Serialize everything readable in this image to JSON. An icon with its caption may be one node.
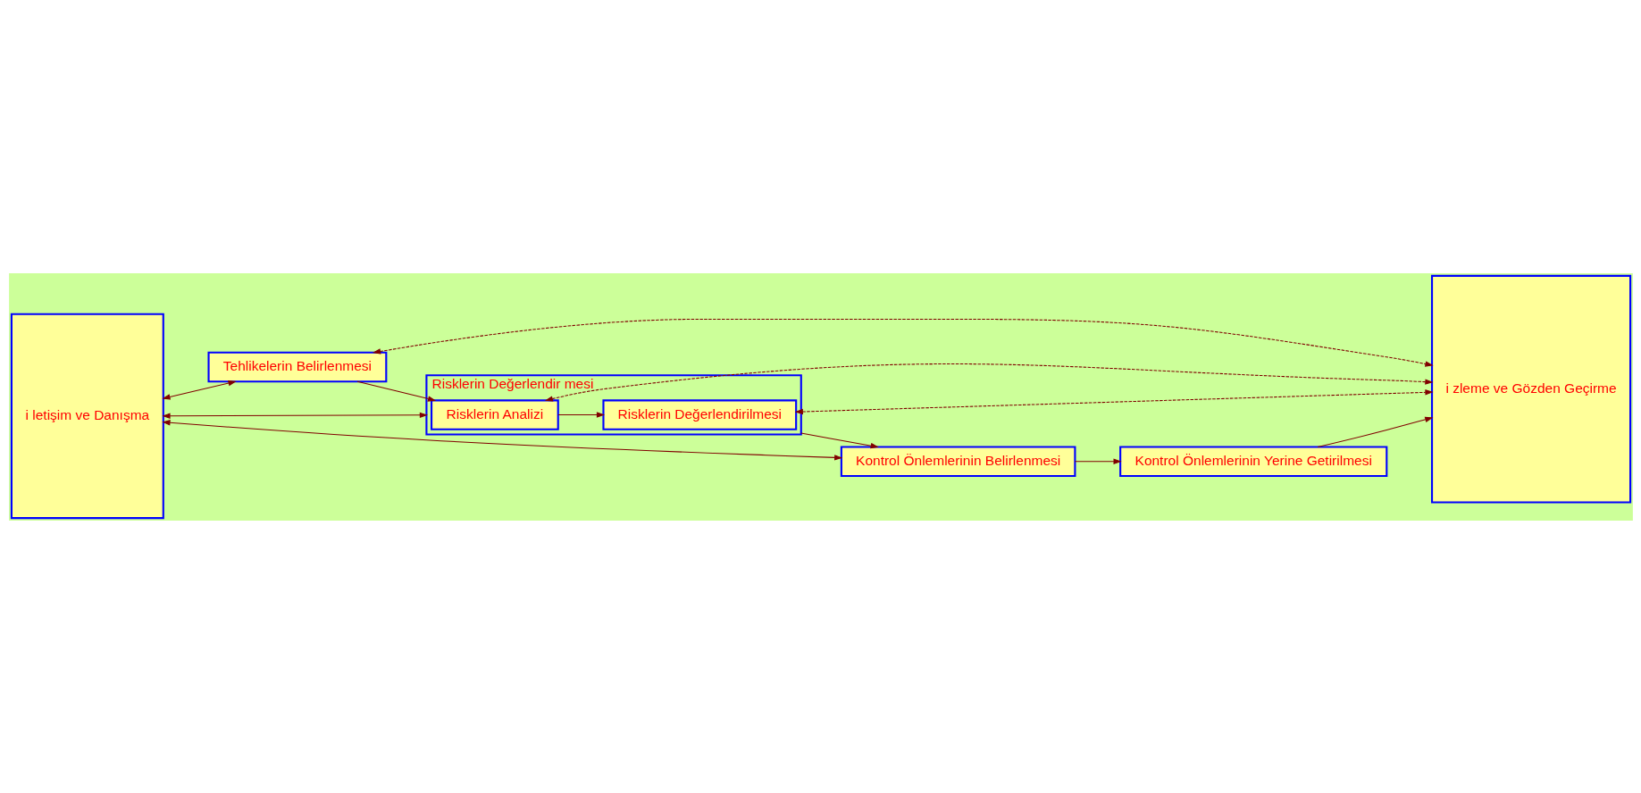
{
  "diagram": {
    "nodes": [
      {
        "text": [
          "i letişim ve Danışma"
        ]
      },
      {
        "text": [
          "Tehlikelerin Belirlenmesi"
        ]
      },
      {
        "text": [
          "Risklerin Değerlendir mesi"
        ]
      },
      {
        "text": [
          "Risklerin Analizi"
        ],
        "in": 2
      },
      {
        "text": [
          "Risklerin Değerlendirilmesi"
        ],
        "in": 2
      },
      {
        "text": [
          "Kontrol Önlemlerinin Belirlenmesi"
        ]
      },
      {
        "text": [
          "Kontrol Önlemlerinin Yerine Getirilmesi"
        ]
      },
      {
        "text": [
          "i zleme ve Gözden Geçirme"
        ]
      }
    ],
    "edges": [
      {
        "from": 0,
        "to": 1,
        "arrow": "both"
      },
      {
        "from": 0,
        "to": 2,
        "arrow": "both"
      },
      {
        "from": 0,
        "to": 5,
        "arrow": "both"
      },
      {
        "from": 1,
        "to": 7,
        "arrow": "both",
        "style": "dashed"
      },
      {
        "from": 3,
        "to": 7,
        "arrow": "both",
        "style": "dashed"
      },
      {
        "from": 4,
        "to": 7,
        "arrow": "both",
        "style": "dashed"
      },
      {
        "from": 1,
        "to": 3,
        "arrow": "to"
      },
      {
        "from": 3,
        "to": 4,
        "arrow": "to"
      },
      {
        "from": 2,
        "to": 5,
        "arrow": "to"
      },
      {
        "from": 5,
        "to": 6,
        "arrow": "to"
      },
      {
        "from": 6,
        "to": 7,
        "arrow": "to"
      }
    ]
  }
}
